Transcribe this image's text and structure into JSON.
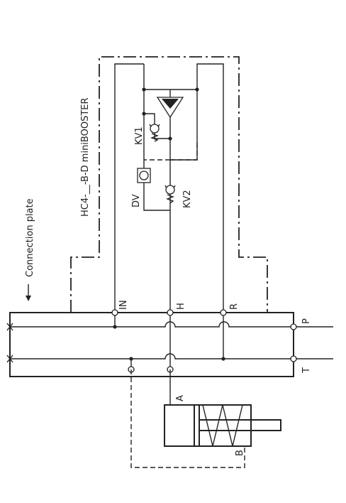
{
  "diagram": {
    "booster_label": "HC4-__-B-D miniBOOSTER",
    "connection_plate_label": "Connection plate",
    "ports": {
      "in": "IN",
      "h": "H",
      "r": "R",
      "p": "P",
      "t": "T",
      "a": "A",
      "b": "B"
    },
    "valves": {
      "kv1": "KV1",
      "kv2": "KV2",
      "dv": "DV"
    }
  }
}
